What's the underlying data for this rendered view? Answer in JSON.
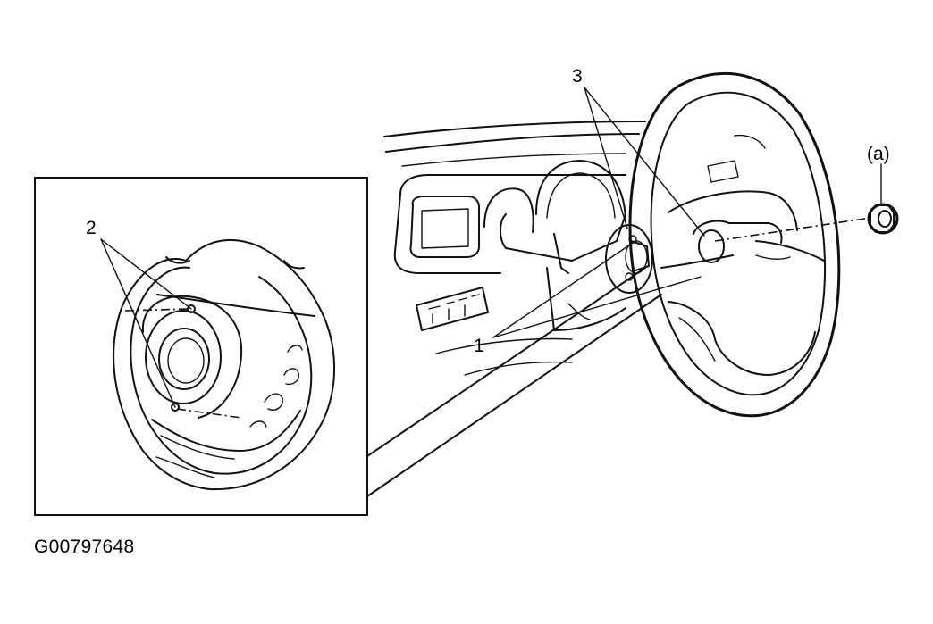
{
  "figure_id": "G00797648",
  "callouts": {
    "label_1": "1",
    "label_2": "2",
    "label_3": "3",
    "label_a": "(a)"
  }
}
